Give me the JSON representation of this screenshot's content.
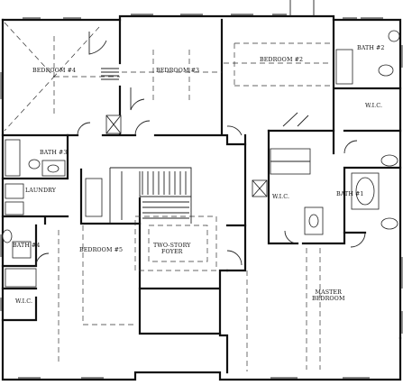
{
  "rooms": {
    "bedroom4": "BEDROOM #4",
    "bedroom3": "BEDROOM #3",
    "bedroom2": "BEDROOM #2",
    "bath2_top": "BATH #2",
    "wic_right": "W.I.C.",
    "bath3": "BATH #3",
    "laundry": "LAUNDRY",
    "wic_center": "W.I.C.",
    "bath1": "BATH #1",
    "bath4": "BATH #4",
    "bedroom5": "BEDROOM #5",
    "foyer_line1": "TWO-STORY",
    "foyer_line2": "FOYER",
    "wic_bottom": "W.I.C.",
    "master_line1": "MASTER",
    "master_line2": "BEDROOM"
  }
}
